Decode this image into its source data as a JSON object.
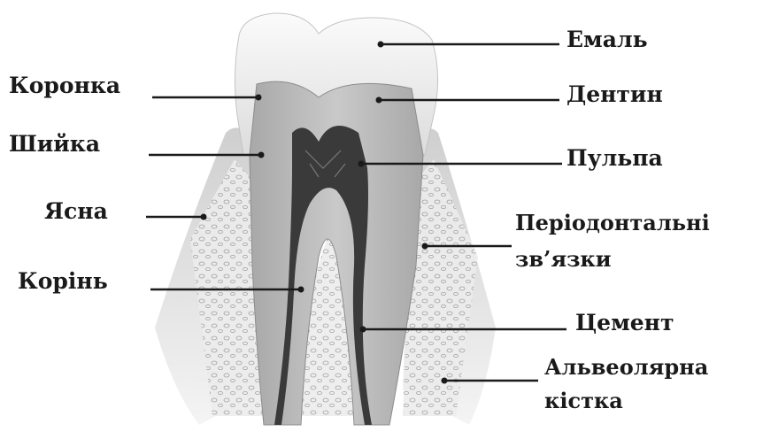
{
  "labels": {
    "enamel": "Емаль",
    "crown": "Коронка",
    "dentin": "Дентин",
    "neck": "Шийка",
    "pulp": "Пульпа",
    "gum": "Ясна",
    "ligaments_line1": "Періодонтальні",
    "ligaments_line2": "зв’язки",
    "root": "Корінь",
    "cement": "Цемент",
    "bone_line1": "Альвеолярна",
    "bone_line2": "кістка"
  },
  "colors": {
    "line": "#1a1a1a",
    "text": "#1a1a1a",
    "enamel": "#f2f2f2",
    "dentin": "#b9b9b9",
    "pulp": "#3a3a3a",
    "gum": "#d6d6d6",
    "bone": "#e4e4e4"
  }
}
